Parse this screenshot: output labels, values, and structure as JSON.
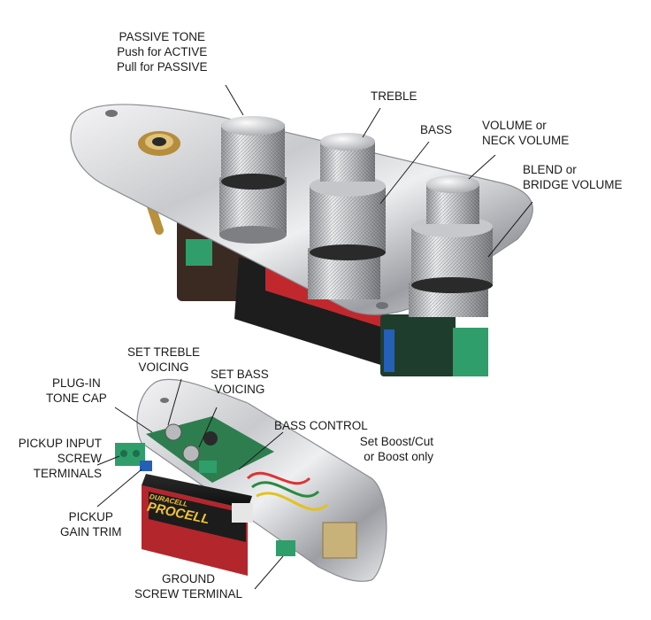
{
  "labels": {
    "passive_tone": [
      "PASSIVE TONE",
      "Push for ACTIVE",
      "Pull for PASSIVE"
    ],
    "treble": [
      "TREBLE"
    ],
    "bass": [
      "BASS"
    ],
    "volume": [
      "VOLUME or",
      "NECK VOLUME"
    ],
    "blend": [
      "BLEND or",
      "BRIDGE VOLUME"
    ],
    "set_treble_voicing": [
      "SET TREBLE",
      "VOICING"
    ],
    "plug_in_tone_cap": [
      "PLUG-IN",
      "TONE CAP"
    ],
    "set_bass_voicing": [
      "SET BASS",
      "VOICING"
    ],
    "bass_control": [
      "BASS CONTROL"
    ],
    "bass_control_detail": [
      "Set Boost/Cut",
      "or Boost only"
    ],
    "pickup_input": [
      "PICKUP INPUT",
      "SCREW",
      "TERMINALS"
    ],
    "pickup_gain_trim": [
      "PICKUP",
      "GAIN TRIM"
    ],
    "ground_terminal": [
      "GROUND",
      "SCREW TERMINAL"
    ]
  },
  "battery": {
    "brand": "DURACELL",
    "line": "PROCELL"
  },
  "colors": {
    "text": "#1a1a1a",
    "chrome": "#d9dadd",
    "terminal_green": "#2f9e6b",
    "battery_red": "#b3262c",
    "battery_black": "#1c1c1c",
    "pcb_green": "#2e7d4f"
  }
}
